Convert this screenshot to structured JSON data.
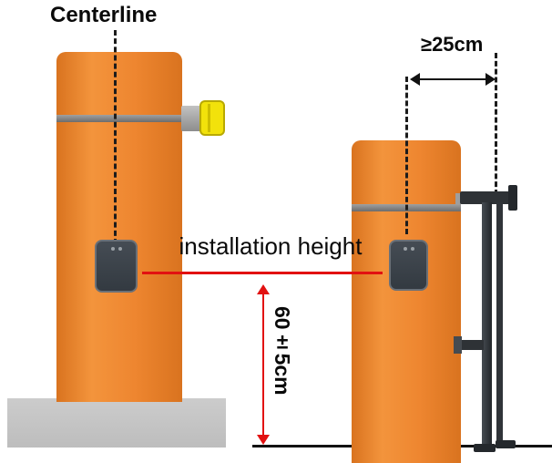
{
  "diagram": {
    "labels": {
      "centerline": "Centerline",
      "installation_height": "installation height",
      "mounting_height": "60±5cm",
      "min_clearance": "≥25cm"
    },
    "colors": {
      "pillar_orange": "#ee8630",
      "base_gray": "#c4c4c4",
      "trim_band_gray": "#7d7d7d",
      "sensor_body": "#3a4046",
      "dimension_red": "#e21111",
      "arm_yellow": "#f2e20b",
      "bracket_dark": "#2e3236",
      "line_black": "#111111"
    }
  }
}
